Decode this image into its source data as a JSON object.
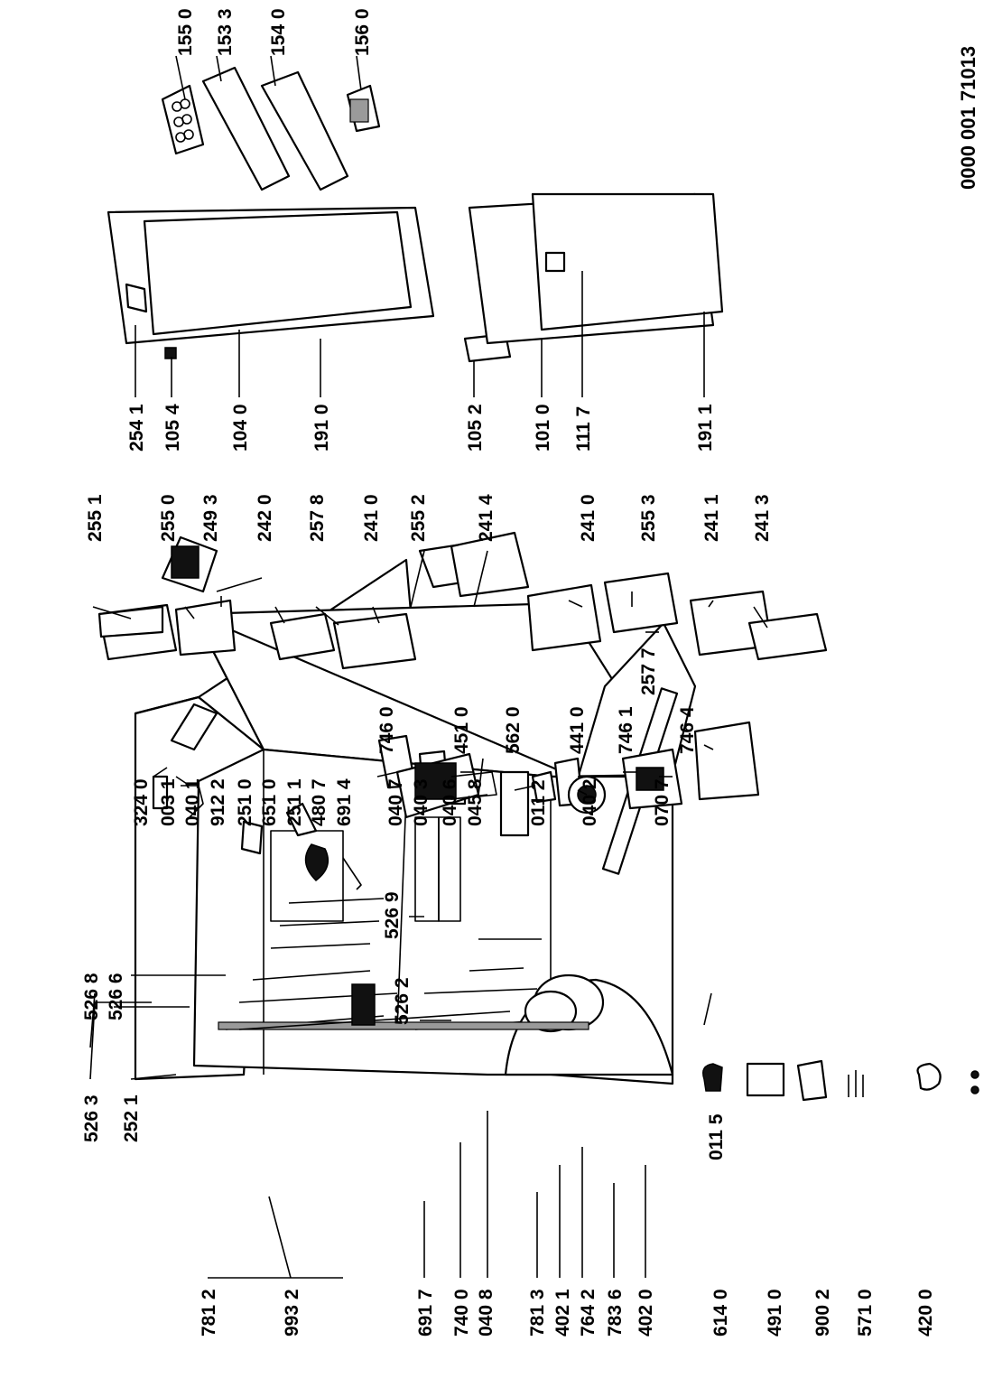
{
  "document_number": "0000 001 71013",
  "groups": {
    "cabinet_left": [
      "781 2",
      "993 2",
      "691 7",
      "740 0",
      "040 8",
      "781 3",
      "402 1",
      "764 2",
      "783 6",
      "402 0"
    ],
    "cabinet_top": [
      "526 3",
      "252 1"
    ],
    "cabinet_top_right": [
      "526 8",
      "526 6"
    ],
    "cabinet_parts": [
      "324 0",
      "003 1",
      "040 1",
      "912 2",
      "251 0",
      "651 0",
      "251 1",
      "480 7",
      "691 4",
      "040 7",
      "040 3",
      "040 6",
      "045 8",
      "011 2",
      "040 2",
      "070 7"
    ],
    "cabinet_inner": [
      "526 2",
      "526 9"
    ],
    "cabinet_bottom": [
      "011 5"
    ],
    "loose_parts": [
      "614 0",
      "491 0",
      "900 2",
      "571 0",
      "420 0"
    ],
    "evaporator_parts": [
      "746 0",
      "451 0",
      "562 0",
      "441 0",
      "746 1",
      "746 4"
    ],
    "shelves_drawers_top": [
      "255 1",
      "255 0",
      "249 3",
      "242 0",
      "257 8",
      "241 0",
      "255 2",
      "241 4",
      "241 0",
      "255 3",
      "241 1",
      "241 3"
    ],
    "shelves_drawers_bottom": [
      "257 7"
    ],
    "door_parts": [
      "254 1",
      "105 4",
      "104 0",
      "191 0",
      "105 2",
      "101 0",
      "111 7",
      "191 1"
    ],
    "door_accessories": [
      "155 0",
      "153 3",
      "154 0",
      "156 0"
    ]
  }
}
